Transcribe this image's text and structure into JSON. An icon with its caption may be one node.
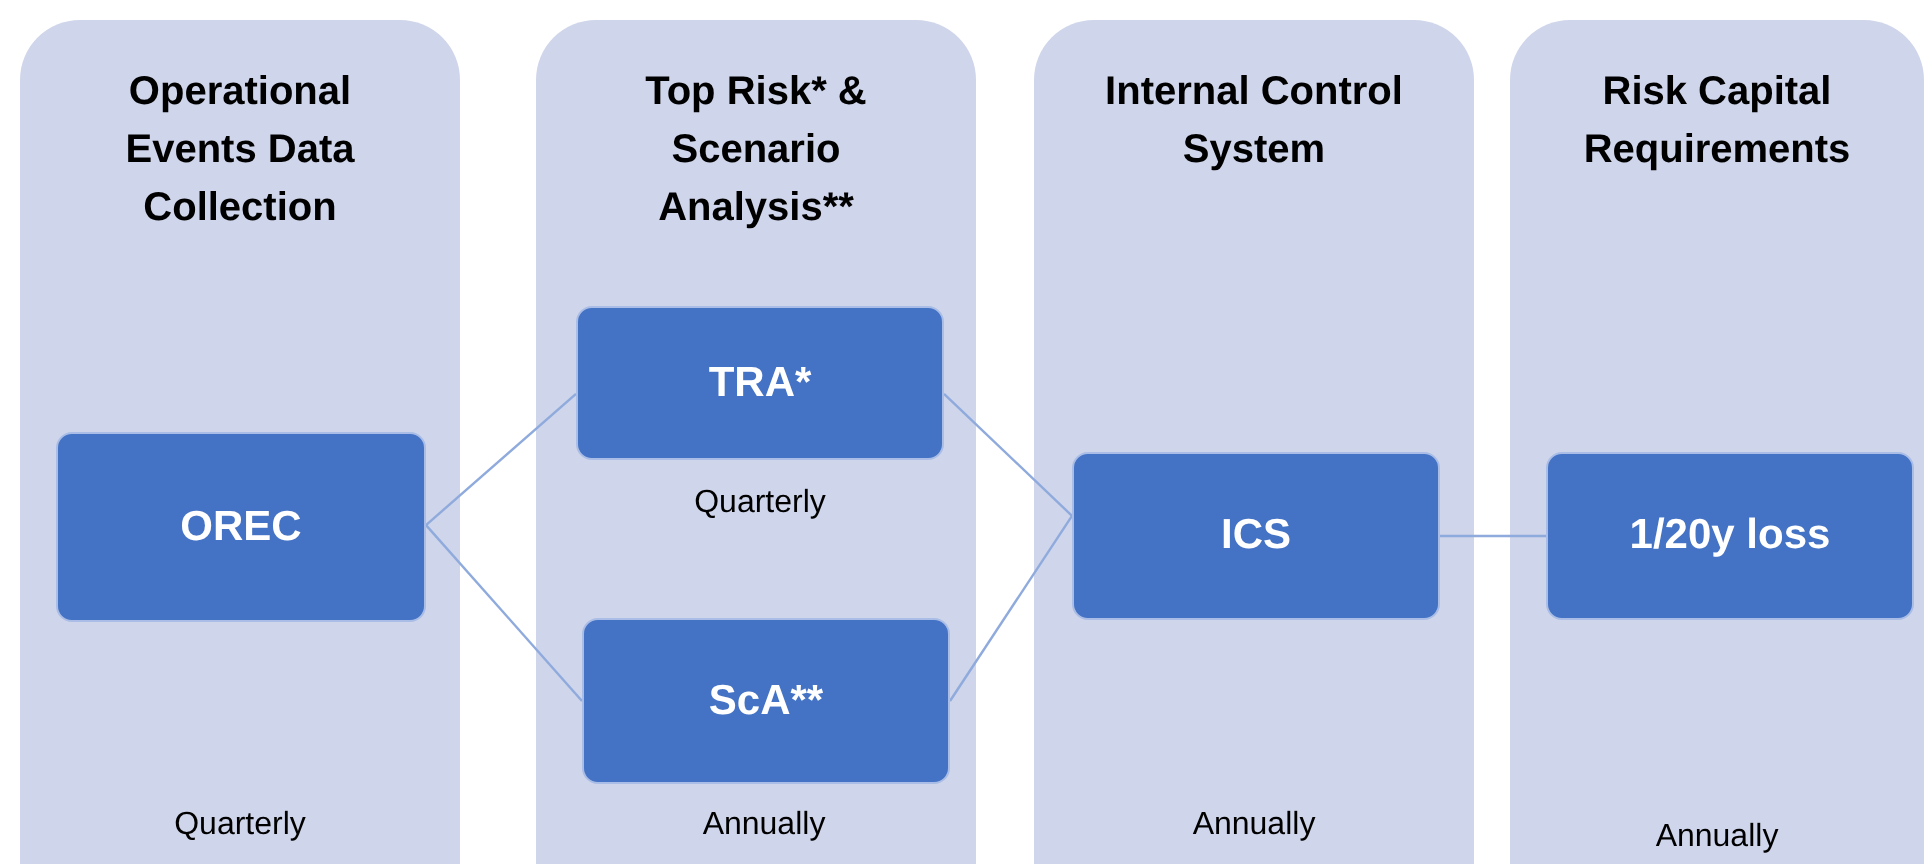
{
  "diagram": {
    "nodes": [
      {
        "text": [
          "Operational Events Data Collection",
          "Quarterly"
        ]
      },
      {
        "text": [
          "OREC"
        ],
        "in": 0
      },
      {
        "text": [
          "Top Risk* & Scenario Analysis**"
        ]
      },
      {
        "text": [
          "TRA*"
        ],
        "in": 2,
        "beside": [
          "Quarterly"
        ]
      },
      {
        "text": [
          "ScA**"
        ],
        "in": 2,
        "beside": [
          "Annually"
        ]
      },
      {
        "text": [
          "Internal Control System",
          "Annually"
        ]
      },
      {
        "text": [
          "ICS"
        ],
        "in": 5
      },
      {
        "text": [
          "Risk Capital Requirements",
          "Annually"
        ]
      },
      {
        "text": [
          "1/20y loss"
        ],
        "in": 7
      }
    ],
    "edges": [
      {
        "from": 1,
        "to": 3,
        "arrow": "none"
      },
      {
        "from": 1,
        "to": 4,
        "arrow": "none"
      },
      {
        "from": 3,
        "to": 6,
        "arrow": "none"
      },
      {
        "from": 4,
        "to": 6,
        "arrow": "none"
      },
      {
        "from": 6,
        "to": 8,
        "arrow": "none"
      }
    ]
  }
}
